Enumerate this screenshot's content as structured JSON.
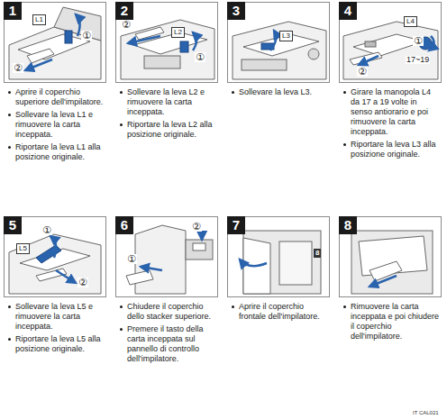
{
  "diagram": {
    "nodes": [
      {
        "text": [
          "Aprire il coperchio superiore dell'impilatore.",
          "Sollevare la leva L1 e rimuovere la carta inceppata.",
          "Riportare la leva L1 alla posizione originale."
        ]
      },
      {
        "text": [
          "1"
        ],
        "in": 0
      },
      {
        "text": [
          "Sollevare la leva L2 e rimuovere la carta inceppata.",
          "Riportare la leva L2 alla posizione originale."
        ]
      },
      {
        "text": [
          "2"
        ],
        "in": 2
      },
      {
        "text": [
          "Sollevare la leva L3."
        ]
      },
      {
        "text": [
          "3"
        ],
        "in": 4
      },
      {
        "text": [
          "Girare la manopola L4 da 17 a 19 volte in senso antiorario e poi rimuovere la carta inceppata.",
          "Riportare la leva L3 alla posizione originale."
        ]
      },
      {
        "text": [
          "4"
        ],
        "in": 6
      },
      {
        "text": [
          "Sollevare la leva L5 e rimuovere la carta inceppata.",
          "Riportare la leva L5 alla posizione originale."
        ]
      },
      {
        "text": [
          "5"
        ],
        "in": 8
      },
      {
        "text": [
          "Chiudere il coperchio dello stacker superiore.",
          "Premere il tasto della carta inceppata sul pannello di controllo dell'impilatore."
        ]
      },
      {
        "text": [
          "6"
        ],
        "in": 10
      },
      {
        "text": [
          "Aprire il coperchio frontale dell'impilatore."
        ]
      },
      {
        "text": [
          "7"
        ],
        "in": 12
      },
      {
        "text": [
          "Rimuovere la carta inceppata e poi chiudere il coperchio dell'impilatore."
        ]
      },
      {
        "text": [
          "8"
        ],
        "in": 14
      }
    ],
    "labels": [
      "L1",
      "①",
      "②",
      "②",
      "L2",
      "①",
      "L3",
      "L4",
      "①",
      "②",
      "17~19",
      "①",
      "L5",
      "②",
      "②",
      "①",
      "8",
      "IT CAL021"
    ]
  }
}
